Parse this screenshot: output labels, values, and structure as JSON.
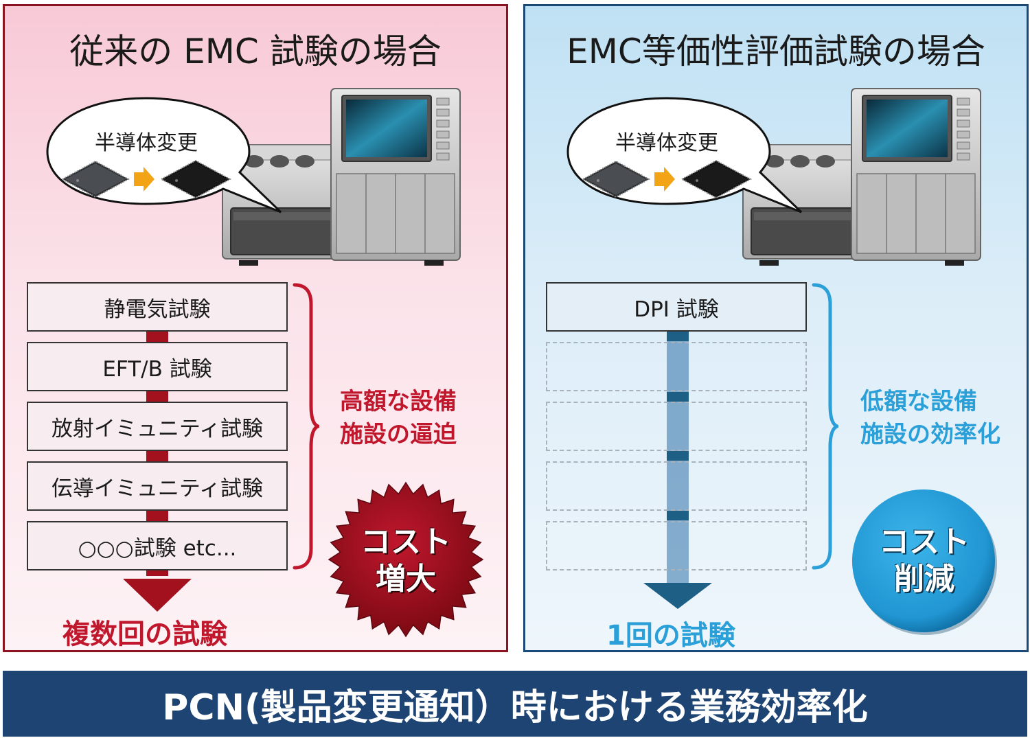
{
  "left_panel": {
    "title": "従来の EMC 試験の場合",
    "bubble_text": "半導体変更",
    "tests": [
      "静電気試験",
      "EFT/B 試験",
      "放射イミュニティ試験",
      "伝導イミュニティ試験",
      "○○○試験 etc..."
    ],
    "note_line1": "高額な設備",
    "note_line2": "施設の逼迫",
    "badge_line1": "コスト",
    "badge_line2": "増大",
    "bottom_label": "複数回の試験",
    "colors": {
      "accent": "#c0172d",
      "border": "#8a1520",
      "badge": "#9e0f1c"
    }
  },
  "right_panel": {
    "title": "EMC等価性評価試験の場合",
    "bubble_text": "半導体変更",
    "tests": [
      "DPI 試験"
    ],
    "note_line1": "低額な設備",
    "note_line2": "施設の効率化",
    "badge_line1": "コスト",
    "badge_line2": "削減",
    "bottom_label": "1回の試験",
    "colors": {
      "accent": "#2a9fd8",
      "border": "#1c4a78",
      "badge": "#29a3de"
    }
  },
  "footer": {
    "text": "PCN(製品変更通知）時における業務効率化"
  }
}
